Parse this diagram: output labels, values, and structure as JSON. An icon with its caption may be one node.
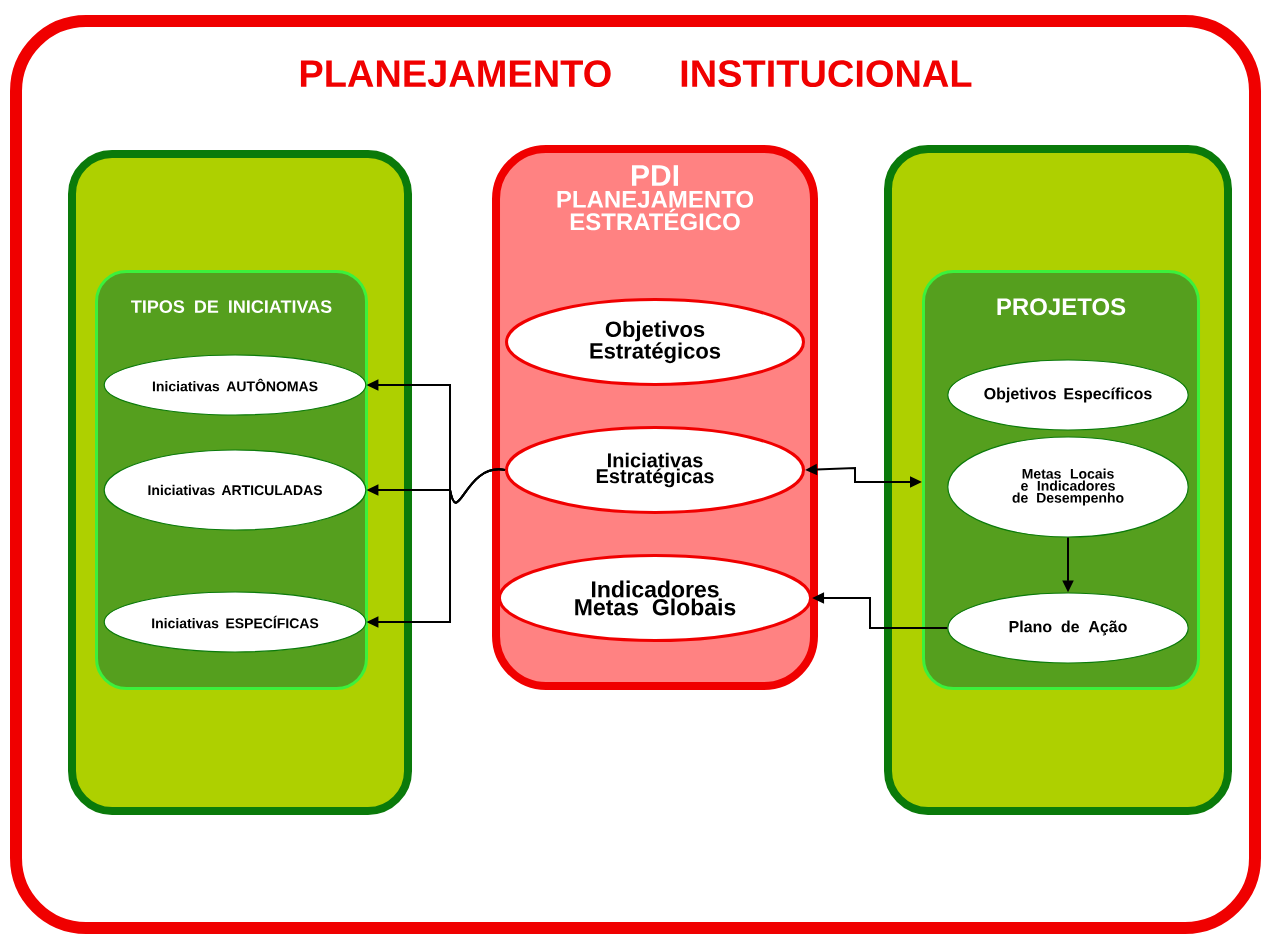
{
  "diagram": {
    "nodes": [
      {
        "text": [
          "PLANEJAMENTO INSTITUCIONAL"
        ]
      },
      {
        "text": [],
        "shape": "box",
        "in": 0
      },
      {
        "text": [
          "TIPOS DE INICIATIVAS"
        ],
        "in": 1
      },
      {
        "text": [
          "Iniciativas AUTÔNOMAS"
        ],
        "in": 2
      },
      {
        "text": [
          "Iniciativas ARTICULADAS"
        ],
        "in": 2
      },
      {
        "text": [
          "Iniciativas ESPECÍFICAS"
        ],
        "in": 2
      },
      {
        "text": [
          "PDI",
          "PLANEJAMENTO ESTRATÉGICO"
        ],
        "in": 0
      },
      {
        "text": [
          "Objetivos Estratégicos"
        ],
        "in": 6
      },
      {
        "text": [
          "Iniciativas Estratégicas"
        ],
        "in": 6
      },
      {
        "text": [
          "Indicadores Metas Globais"
        ],
        "in": 6
      },
      {
        "text": [],
        "shape": "box",
        "in": 0
      },
      {
        "text": [
          "PROJETOS"
        ],
        "in": 10
      },
      {
        "text": [
          "Objetivos Específicos"
        ],
        "in": 11
      },
      {
        "text": [
          "Metas Locais e Indicadores de Desempenho"
        ],
        "in": 11
      },
      {
        "text": [
          "Plano de Ação"
        ],
        "in": 11
      }
    ],
    "edges": [
      {
        "from": 8,
        "to": 3,
        "arrow": "to"
      },
      {
        "from": 8,
        "to": 4,
        "arrow": "to"
      },
      {
        "from": 8,
        "to": 5,
        "arrow": "to"
      },
      {
        "from": 8,
        "to": 11,
        "arrow": "both"
      },
      {
        "from": 13,
        "to": 14,
        "arrow": "to"
      },
      {
        "from": 14,
        "to": 9,
        "arrow": "to"
      }
    ]
  }
}
